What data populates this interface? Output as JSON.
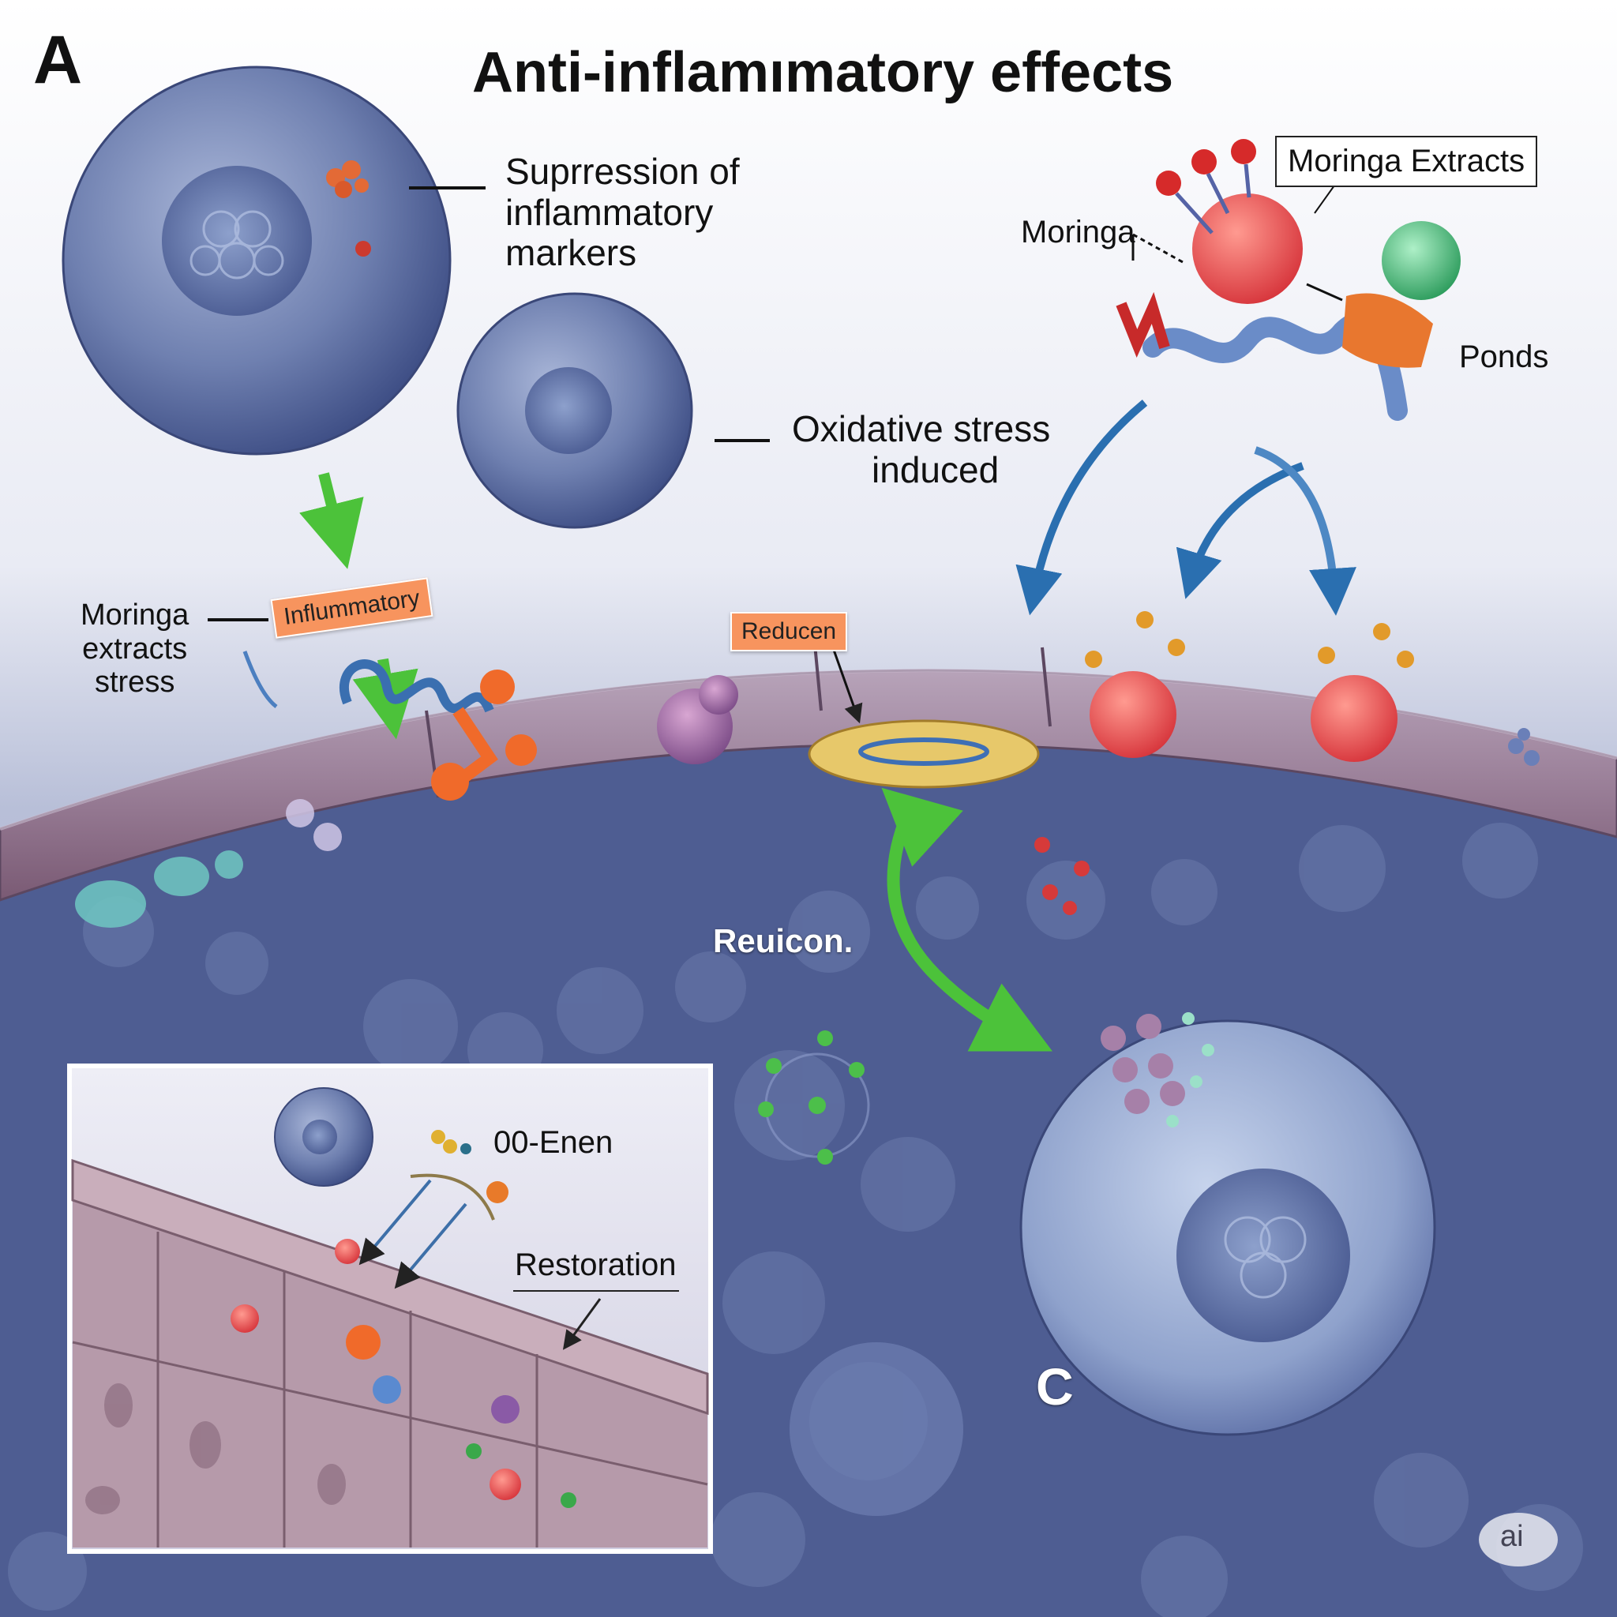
{
  "panel_letter": "A",
  "title": "Anti-inflamımatory effects",
  "labels": {
    "suppression": [
      "Suprression of",
      "inflammatory",
      "markers"
    ],
    "oxidative": [
      "Oxidative stress",
      "induced"
    ],
    "moringa_extracts_box": "Moringa Extracts",
    "moringa_top": "Moringa",
    "ponds": "Ponds",
    "moringa_left": [
      "Moringa",
      "extracts",
      "stress"
    ],
    "inflummatory_tag": "Inflummatory",
    "reducen_tag": "Reducen",
    "reuicon": "Reuicon.",
    "inset_enen": "00-Enen",
    "inset_restoration": "Restoration",
    "panel_c": "C",
    "watermark": "ai"
  },
  "colors": {
    "background_top": "#f4f5fa",
    "cell_blue": "#4a5c94",
    "membrane": "#8a7a9a",
    "green_arrow": "#4cc23a",
    "blue_arrow": "#2a6fb0",
    "tag_orange": "#f7945e"
  },
  "icons": [
    "cell-icon",
    "nucleus-icon",
    "molecule-cluster-icon",
    "receptor-icon",
    "arrow-icon"
  ]
}
